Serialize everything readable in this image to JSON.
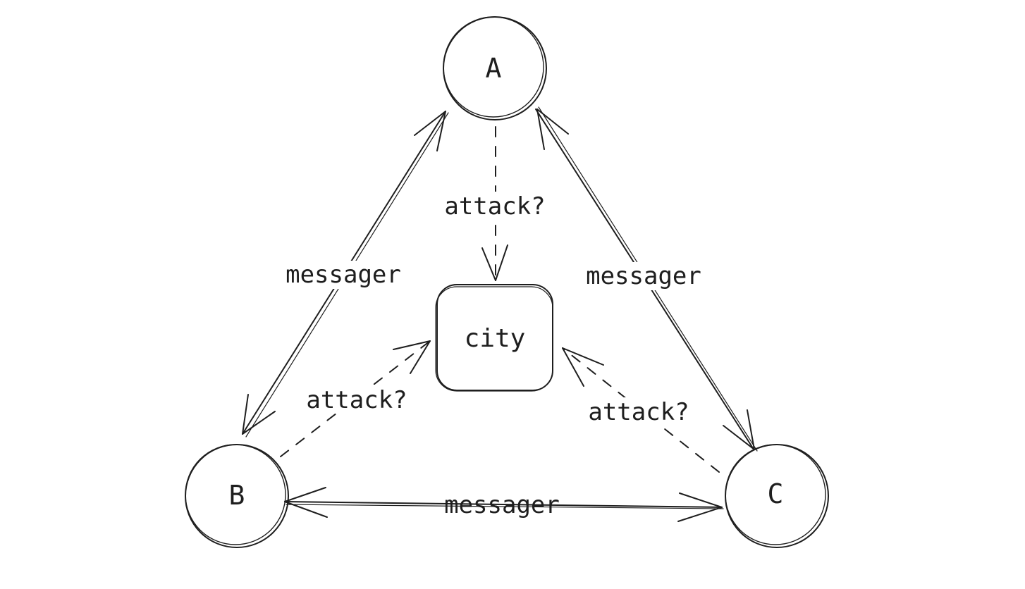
{
  "nodes": {
    "a": "A",
    "b": "B",
    "c": "C",
    "city": "city"
  },
  "edges": {
    "ab_label": "messager",
    "ac_label": "messager",
    "bc_label": "messager",
    "a_city_label": "attack?",
    "b_city_label": "attack?",
    "c_city_label": "attack?"
  },
  "colors": {
    "ink": "#1e1e1e",
    "background": "#ffffff"
  }
}
